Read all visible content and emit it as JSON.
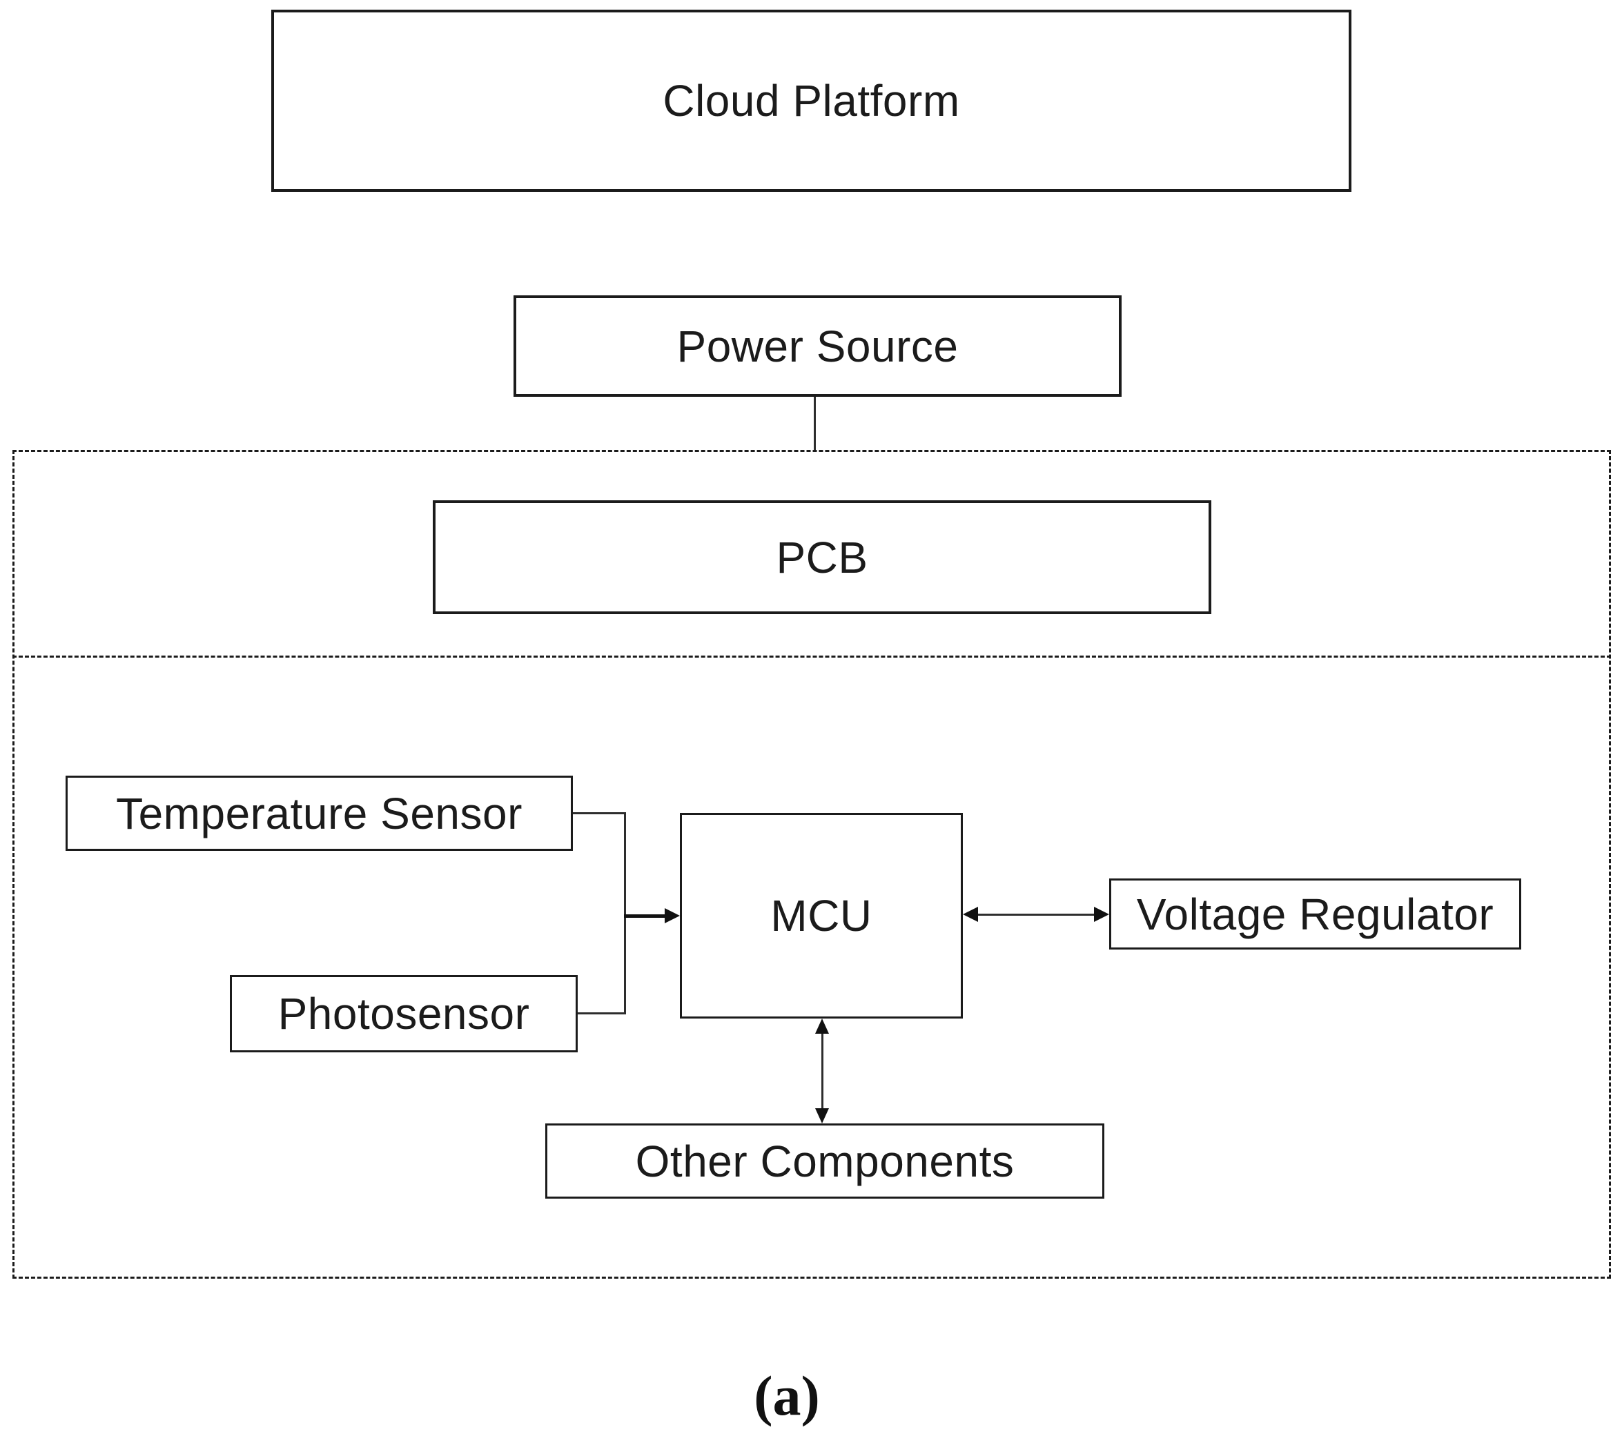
{
  "figure": {
    "caption": "(a)",
    "background_color": "#ffffff",
    "stroke_color": "#1b1b1b",
    "nodes": [
      {
        "id": "cloud-platform",
        "label": "Cloud Platform"
      },
      {
        "id": "power-source",
        "label": "Power Source"
      },
      {
        "id": "pcb",
        "label": "PCB"
      },
      {
        "id": "temperature-sensor",
        "label": "Temperature Sensor"
      },
      {
        "id": "photosensor",
        "label": "Photosensor"
      },
      {
        "id": "mcu",
        "label": "MCU"
      },
      {
        "id": "voltage-regulator",
        "label": "Voltage Regulator"
      },
      {
        "id": "other-components",
        "label": "Other Components"
      }
    ],
    "regions": [
      {
        "id": "pcb-dashed-region",
        "style": "dashed",
        "contains": [
          "PCB"
        ]
      },
      {
        "id": "components-dashed-region",
        "style": "dashed",
        "contains": [
          "Temperature Sensor",
          "Photosensor",
          "MCU",
          "Voltage Regulator",
          "Other Components"
        ]
      }
    ],
    "connections": [
      {
        "from": "Power Source",
        "to": "PCB dashed region",
        "type": "plain-line"
      },
      {
        "from": "Temperature Sensor",
        "to": "MCU",
        "type": "single-arrow",
        "direction": "into MCU"
      },
      {
        "from": "Photosensor",
        "to": "MCU",
        "type": "single-arrow",
        "direction": "into MCU"
      },
      {
        "from": "MCU",
        "to": "Voltage Regulator",
        "type": "double-headed-arrow"
      },
      {
        "from": "MCU",
        "to": "Other Components",
        "type": "double-headed-arrow"
      }
    ]
  }
}
